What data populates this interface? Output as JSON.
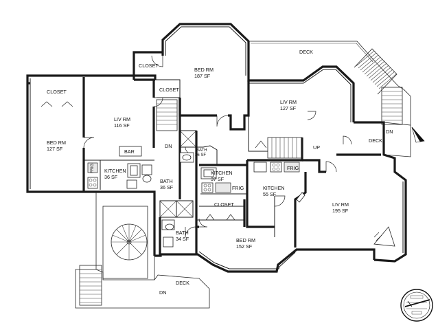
{
  "rooms": {
    "deck_top": "DECK",
    "closet_upper": "CLOSET",
    "bed_rm_top": "BED RM",
    "bed_rm_top_area": "187 SF",
    "closet_mid": "CLOSET",
    "closet_left": "CLOSET",
    "liv_rm_left": "LIV RM",
    "liv_rm_left_area": "116 SF",
    "bed_rm_left": "BED RM",
    "bed_rm_left_area": "127 SF",
    "liv_rm_center": "LIV RM",
    "liv_rm_center_area": "127 SF",
    "dn_stair_left": "DN",
    "bath_small": "BATH",
    "bath_small_area": "26 SF",
    "bar": "BAR",
    "frig_left": "FRIG",
    "kitchen_left": "KITCHEN",
    "kitchen_left_area": "36 SF",
    "bath_left": "BATH",
    "bath_left_area": "36 SF",
    "kitchen_center": "KITCHEN",
    "kitchen_center_area": "37 SF",
    "frig_center": "FRIG",
    "frig_right": "FRIG",
    "kitchen_right": "KITCHEN",
    "kitchen_right_area": "55 SF",
    "up_stair": "UP",
    "dn_stair_right": "DN",
    "deck_right": "DECK",
    "liv_rm_right": "LIV RM",
    "liv_rm_right_area": "195 SF",
    "closet_lower": "CLOSET",
    "bath_lower": "BATH",
    "bath_lower_area": "34 SF",
    "bed_rm_lower": "BED RM",
    "bed_rm_lower_area": "152 SF",
    "deck_bottom": "DECK",
    "dn_stair_bottom": "DN"
  },
  "icons": [
    "north-arrow-icon",
    "architect-seal-icon",
    "spiral-stair-icon"
  ]
}
